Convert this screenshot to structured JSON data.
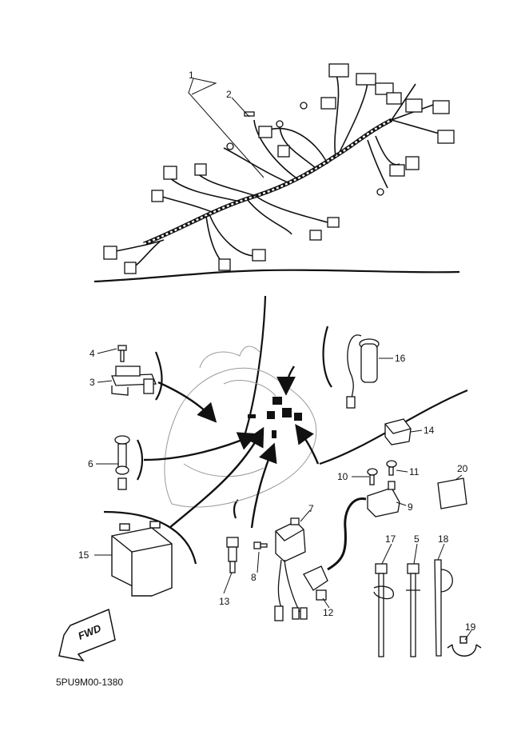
{
  "diagram": {
    "fwd_label": "FWD",
    "catalog_code": "5PU9M00-1380",
    "callouts": [
      "1",
      "2",
      "3",
      "4",
      "5",
      "6",
      "7",
      "8",
      "9",
      "10",
      "11",
      "12",
      "13",
      "14",
      "15",
      "16",
      "17",
      "18",
      "19",
      "20"
    ]
  },
  "colors": {
    "ink": "#111111",
    "ghost": "#9a9a9a",
    "paper": "#ffffff"
  }
}
